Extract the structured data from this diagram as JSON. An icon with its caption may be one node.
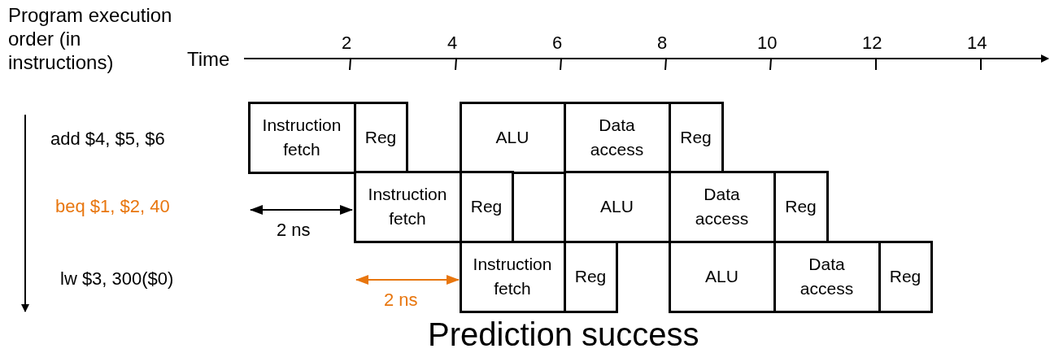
{
  "diagram": {
    "caption": "Prediction success",
    "nodes": [
      {
        "text": [
          "Instruction fetch"
        ]
      },
      {
        "text": [
          "Reg"
        ]
      },
      {
        "text": [
          "ALU"
        ]
      },
      {
        "text": [
          "Data access"
        ]
      },
      {
        "text": [
          "Reg"
        ]
      },
      {
        "text": [
          "Instruction fetch"
        ]
      },
      {
        "text": [
          "Reg"
        ]
      },
      {
        "text": [
          "ALU"
        ]
      },
      {
        "text": [
          "Data access"
        ]
      },
      {
        "text": [
          "Reg"
        ]
      },
      {
        "text": [
          "Instruction fetch"
        ]
      },
      {
        "text": [
          "Reg"
        ]
      },
      {
        "text": [
          "ALU"
        ]
      },
      {
        "text": [
          "Data access"
        ]
      },
      {
        "text": [
          "Reg"
        ]
      }
    ],
    "edges": [],
    "labels": [
      "Program execution order (in instructions)",
      "2",
      "4",
      "6",
      "8",
      "10",
      "12",
      "14",
      "Time",
      "add $4, $5, $6",
      "beq $1, $2, 40",
      "2 ns",
      "lw $3, 300($0)",
      "2 ns"
    ]
  }
}
